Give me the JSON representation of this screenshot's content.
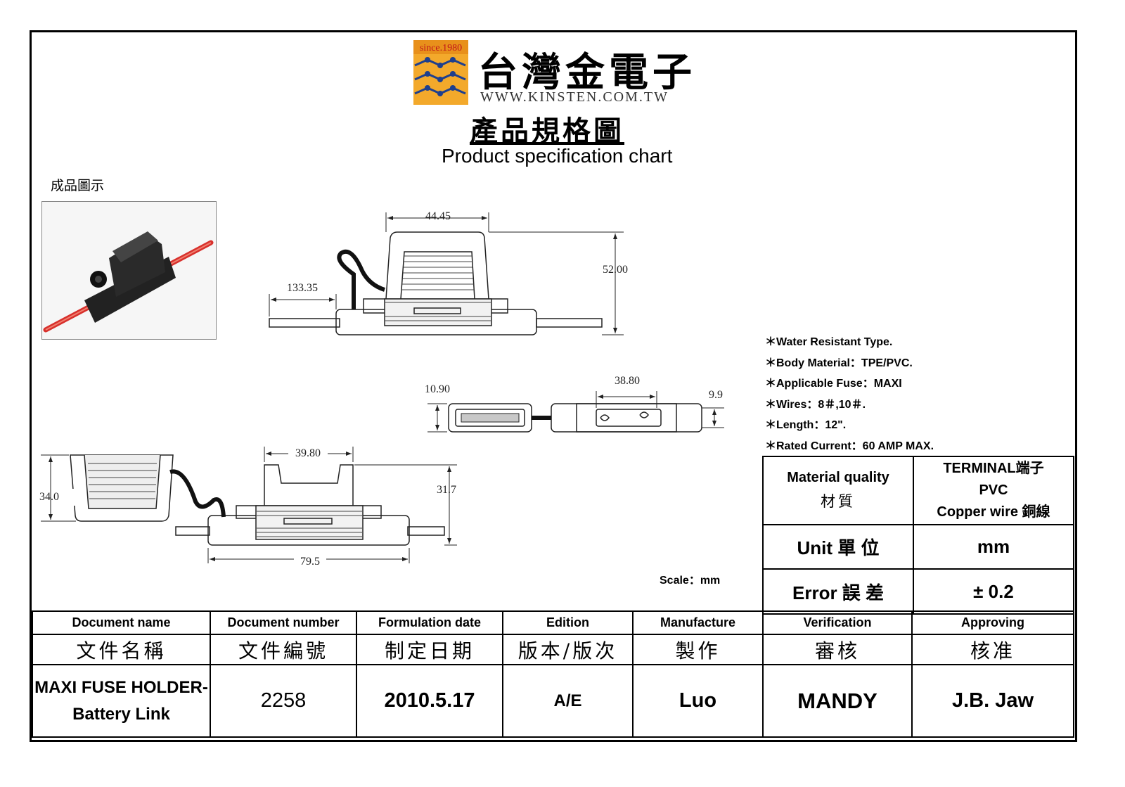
{
  "logo": {
    "badge": "since.1980",
    "company_cn": "台灣金電子",
    "url": "WWW.KINSTEN.COM.TW"
  },
  "title": {
    "cn": "產品規格圖",
    "en": "Product specification chart"
  },
  "photo": {
    "label": "成品圖示"
  },
  "dimensions": {
    "top_width": "44.45",
    "top_height": "52.00",
    "top_wire": "133.35",
    "mid_left": "10.90",
    "mid_width": "38.80",
    "mid_right": "9.9",
    "side_height": "34.0",
    "bottom_width": "39.80",
    "bottom_height": "31.75",
    "bottom_length": "79.5"
  },
  "features": [
    "＊Water Resistant Type.",
    "＊Body Material：TPE/PVC.",
    "＊Applicable Fuse：MAXI",
    "＊Wires：8＃,10＃.",
    "＊Length：12\".",
    "＊Rated Current：60 AMP MAX."
  ],
  "scale": "Scale：mm",
  "spec_table": {
    "material_en": "Material quality",
    "material_cn": "材質",
    "material_value_1": "TERMINAL端子",
    "material_value_2": "PVC",
    "material_value_3": "Copper wire 銅線",
    "unit_label": "Unit 單 位",
    "unit_value": "mm",
    "error_label": "Error 誤 差",
    "error_value": "± 0.2"
  },
  "info_table": {
    "headers_en": [
      "Document name",
      "Document number",
      "Formulation date",
      "Edition",
      "Manufacture",
      "Verification",
      "Approving"
    ],
    "headers_cn": [
      "文件名稱",
      "文件編號",
      "制定日期",
      "版本/版次",
      "製作",
      "審核",
      "核准"
    ],
    "values": [
      "MAXI FUSE HOLDER-Battery Link",
      "2258",
      "2010.5.17",
      "A/E",
      "Luo",
      "MANDY",
      "J.B. Jaw"
    ]
  }
}
